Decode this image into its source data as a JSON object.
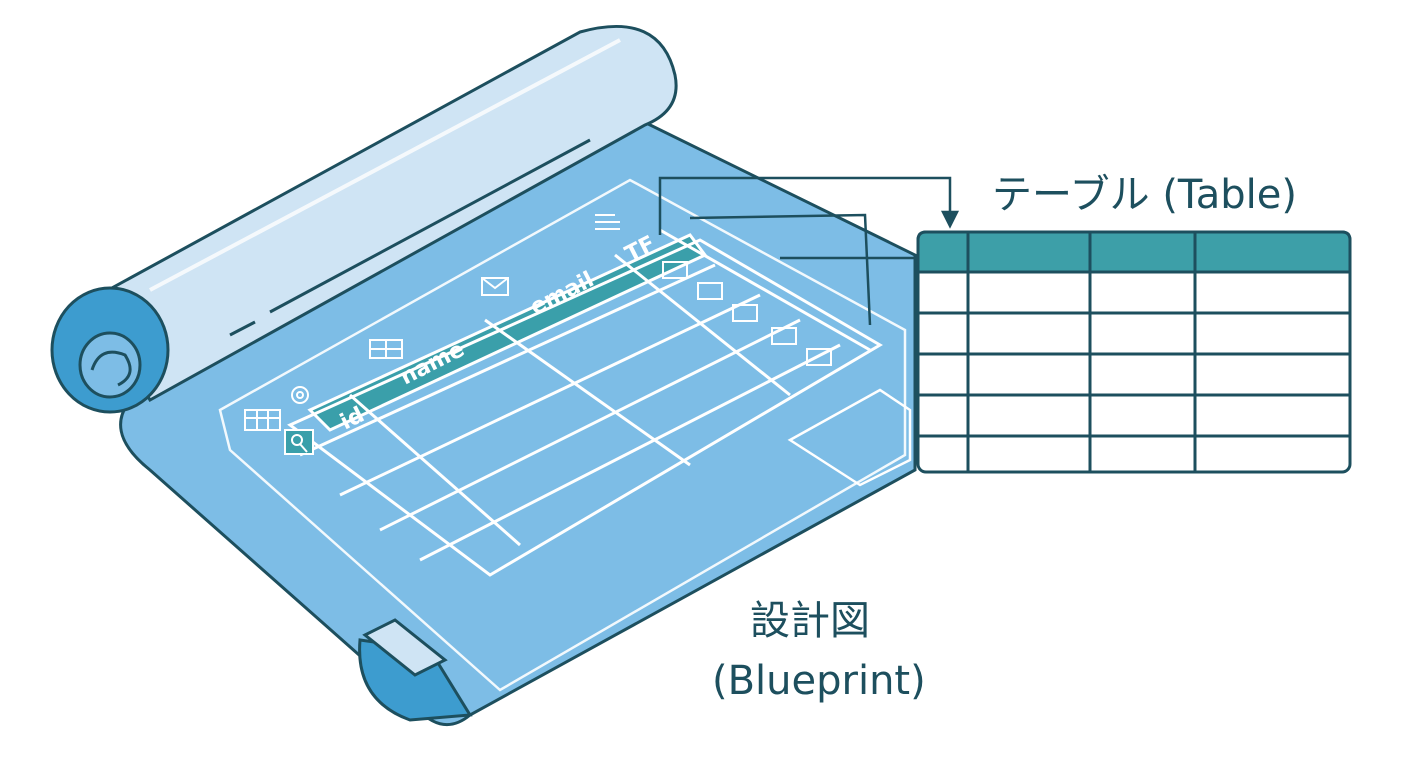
{
  "labels": {
    "table": "テーブル (Table)",
    "blueprint_line1": "設計図",
    "blueprint_line2": "(Blueprint)"
  },
  "blueprint": {
    "columns": [
      "id",
      "name",
      "email",
      "TF"
    ]
  },
  "icons": {
    "id_row": "key-icon",
    "table_corner": "table-grid-icon",
    "settings": "gear-icon",
    "name_header": "grid-icon",
    "email_header": "mail-icon",
    "tf_header": "menu-lines-icon",
    "field_types": "document-list-icon"
  },
  "colors": {
    "outline": "#1d4f5e",
    "blueprint_fill": "#7dbde6",
    "roll_light": "#cfe4f4",
    "roll_dark": "#3d9ccf",
    "header_teal": "#3a9faa",
    "table_header": "#3d9fa8",
    "table_body": "#ffffff"
  },
  "result_table": {
    "columns": 4,
    "body_rows": 5
  }
}
